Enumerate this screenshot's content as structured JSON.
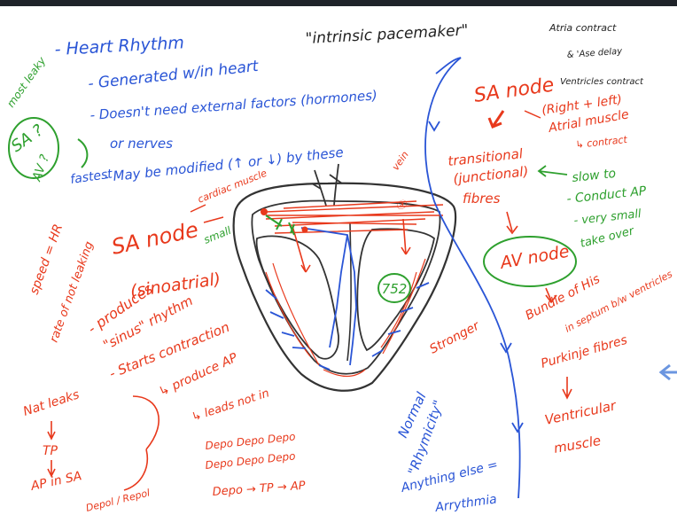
{
  "colors": {
    "background": "#1f2329",
    "board": "#ffffff",
    "blue_ink": "#2a55d6",
    "red_ink": "#e8391c",
    "green_ink": "#2ea02e",
    "dark_ink": "#222222",
    "heart_outline": "#333333"
  },
  "top_center": "\"intrinsic pacemaker\"",
  "top_right": {
    "l1": "Atria contract",
    "l2": "& 'Ase delay",
    "l3": "Ventricles contract"
  },
  "left_blue": {
    "l1": "- Heart Rhythm",
    "l2": "- Generated w/in heart",
    "l3": "- Doesn't need external factors (hormones)",
    "l4": "or nerves",
    "l5": "- May be modified (↑ or ↓) by these",
    "fastest": "fastest"
  },
  "left_green": {
    "most_leaky": "most leaky",
    "sa": "SA ?",
    "av": "AV ?"
  },
  "left_red": {
    "sa_node": "SA node",
    "cardiac_muscle": "cardiac muscle",
    "small": "small",
    "sinoatrial": "(sinoatrial)",
    "produces": "- produces",
    "sinus_rhythm": "\"sinus\" rhythm",
    "starts_contraction": "- Starts contraction",
    "produce_ap": "↳ produce AP",
    "leads_not_in": "↳ leads not in",
    "depo1": "Depo Depo Depo",
    "depo2": "Depo Depo Depo",
    "depo3": "Depo → TP → AP",
    "speed_hr": "speed = HR",
    "rate_leaking": "rate of not leaking",
    "nat_leaks": "Nat leaks",
    "tp": "TP",
    "ap_in_sa": "AP in SA",
    "depol_repol": "Depol / Repol"
  },
  "heart": {
    "vein": "vein",
    "label_752": "752"
  },
  "right_red": {
    "sa_node": "SA node",
    "right_left": "(Right + left)",
    "atrial_muscle": "Atrial muscle",
    "contract": "↳ contract",
    "transitional": "transitional",
    "junctional": "(junctional)",
    "fibres": "fibres",
    "stronger": "Stronger",
    "bundle": "Bundle of His",
    "septum": "in septum b/w ventricles",
    "purkinje": "Purkinje fibres",
    "ventricular": "Ventricular",
    "muscle": "muscle"
  },
  "right_green": {
    "slow_to": "slow to",
    "conduct_ap": "- Conduct AP",
    "very_small": "- very small",
    "take_over": "take over",
    "av_node": "AV node"
  },
  "bottom_blue": {
    "normal": "Normal",
    "rhymicity": "\"Rhymicity\"",
    "anything_else": "Anything else =",
    "arrythmia": "Arrythmia"
  }
}
